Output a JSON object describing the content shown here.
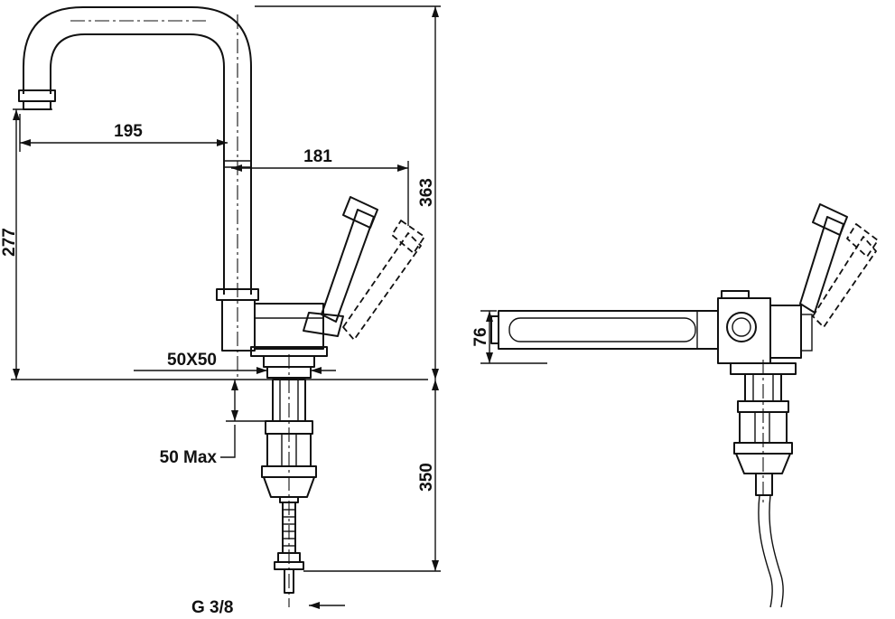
{
  "dimensions": {
    "spout_reach": "195",
    "handle_reach": "181",
    "total_height": "363",
    "spout_height": "277",
    "base_plate": "50X50",
    "max_deck_thickness": "50 Max",
    "under_counter": "350",
    "thread": "G 3/8",
    "side_height": "76"
  },
  "colors": {
    "line": "#111111",
    "background": "#ffffff"
  }
}
